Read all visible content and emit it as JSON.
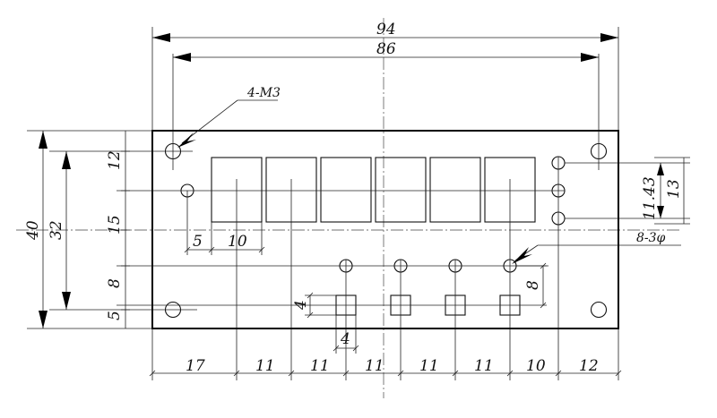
{
  "labels": {
    "overall_width": "94",
    "hole_span_width": "86",
    "mount_holes": "4-M3",
    "overall_height": "40",
    "hole_span_height": "32",
    "left_12": "12",
    "left_15": "15",
    "left_8": "8",
    "left_5": "5",
    "led_pitch": "11.43",
    "led_span": "13",
    "indicator_holes": "8-3φ",
    "dim_5": "5",
    "dim_10": "10",
    "button_pitch_v": "8",
    "square_h": "4",
    "square_w": "4"
  },
  "bottom_dims": [
    "17",
    "11",
    "11",
    "11",
    "11",
    "11",
    "10",
    "12"
  ],
  "counts": {
    "digit_windows": 6,
    "indicator_holes": 8,
    "square_buttons": 4,
    "mount_holes": 4
  }
}
